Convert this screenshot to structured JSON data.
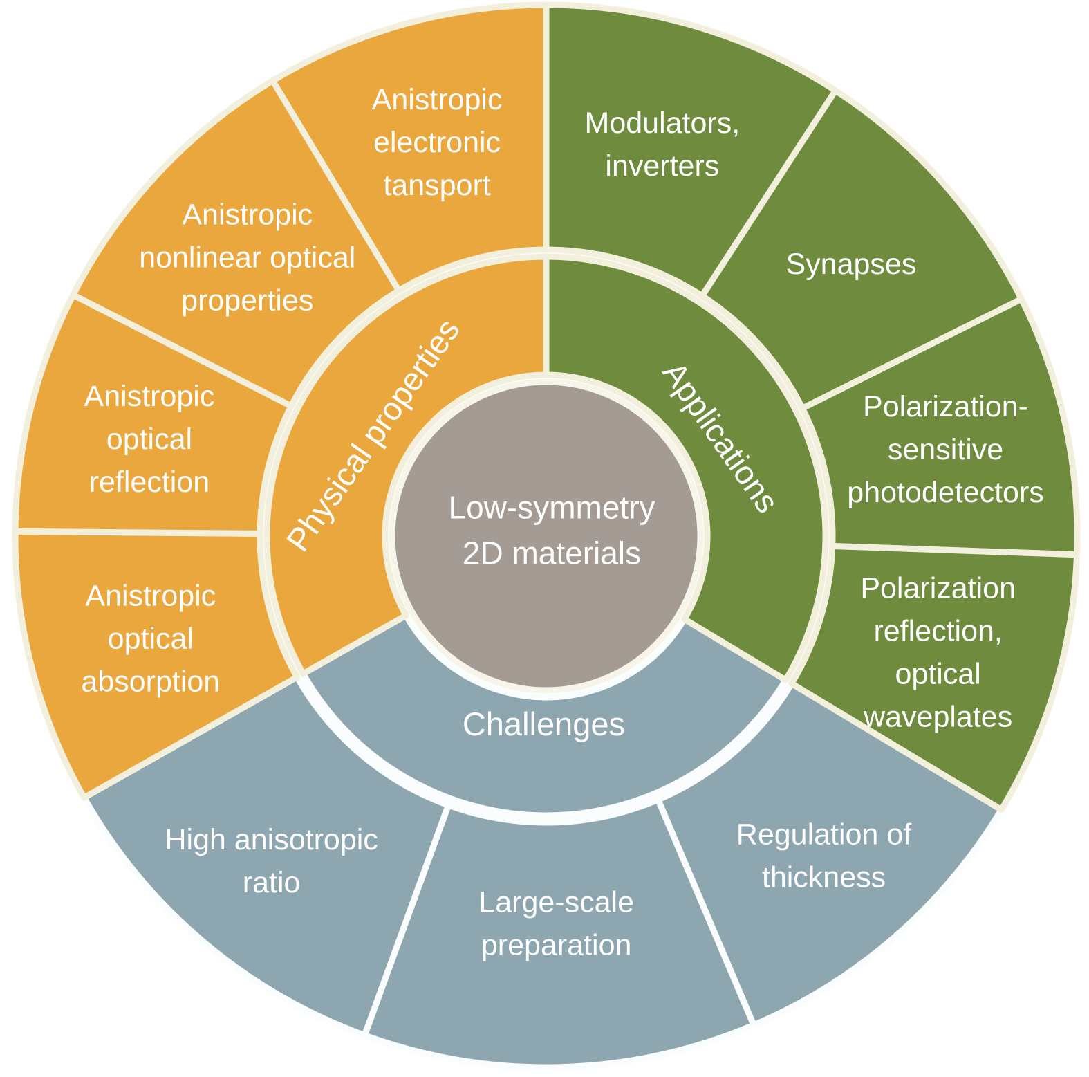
{
  "figure": {
    "title": "Low-symmetry 2D materials sunburst",
    "background": "#ffffff",
    "text_color": "#ffffff"
  },
  "chart_data": {
    "type": "sunburst",
    "angle_convention": "degrees clockwise from 12 o'clock",
    "legend_position": "none",
    "grid": false,
    "center": {
      "lines": [
        "Low-symmetry",
        "2D materials"
      ],
      "color": "#a39b94",
      "ring_color": "#f7f5ea"
    },
    "separator_colors": {
      "warm": "#f2efdc",
      "cool": "#fafdfd"
    },
    "segments": [
      {
        "id": "challenges",
        "label": "Challenges",
        "color": "#8da6b0",
        "separator": "#fafdfd",
        "start": 121,
        "end": 240.5,
        "label_rotation": 0,
        "label_radius": 272,
        "children": [
          {
            "id": "regulation-of-thickness",
            "lines": [
              "Regulation of",
              "thickness"
            ],
            "start": 121,
            "end": 157,
            "label_radius": 612
          },
          {
            "id": "large-scale-preparation",
            "lines": [
              "Large-scale",
              "preparation"
            ],
            "start": 157,
            "end": 200,
            "label_radius": 560
          },
          {
            "id": "high-anisotropic-ratio",
            "lines": [
              "High anisotropic",
              "ratio"
            ],
            "start": 200,
            "end": 240.5,
            "label_radius": 615
          }
        ]
      },
      {
        "id": "physical-properties",
        "label": "Physical properties",
        "color": "#e9a73d",
        "separator": "#f2efdc",
        "start": 240.5,
        "end": 360,
        "label_rotation": -55,
        "label_radius": 290,
        "children": [
          {
            "id": "anistropic-optical-absorption",
            "lines": [
              "Anistropic",
              "optical",
              "absorption"
            ],
            "start": 240.5,
            "end": 270.5
          },
          {
            "id": "anistropic-optical-reflection",
            "lines": [
              "Anistropic",
              "optical",
              "reflection"
            ],
            "start": 270.5,
            "end": 297
          },
          {
            "id": "anistropic-nonlinear-optical-properties",
            "lines": [
              "Anistropic",
              "nonlinear optical",
              "properties"
            ],
            "start": 297,
            "end": 329
          },
          {
            "id": "anistropic-electronic-tansport",
            "lines": [
              "Anistropic",
              "electronic",
              "tansport"
            ],
            "start": 329,
            "end": 360
          }
        ]
      },
      {
        "id": "applications",
        "label": "Applications",
        "color": "#6e8b3e",
        "separator": "#f2efdc",
        "start": 0,
        "end": 121,
        "label_rotation": 55,
        "label_radius": 290,
        "children": [
          {
            "id": "modulators-inverters",
            "lines": [
              "Modulators,",
              "inverters"
            ],
            "start": 0,
            "end": 33
          },
          {
            "id": "synapses",
            "lines": [
              "Synapses"
            ],
            "start": 33,
            "end": 63.5
          },
          {
            "id": "polarization-sensitive-photodetectors",
            "lines": [
              "Polarization-",
              "sensitive",
              "photodetectors"
            ],
            "start": 63.5,
            "end": 92
          },
          {
            "id": "polarization-reflection-optical-waveplates",
            "lines": [
              "Polarization",
              "reflection,",
              "optical",
              "waveplates"
            ],
            "start": 92,
            "end": 121
          }
        ]
      }
    ]
  }
}
